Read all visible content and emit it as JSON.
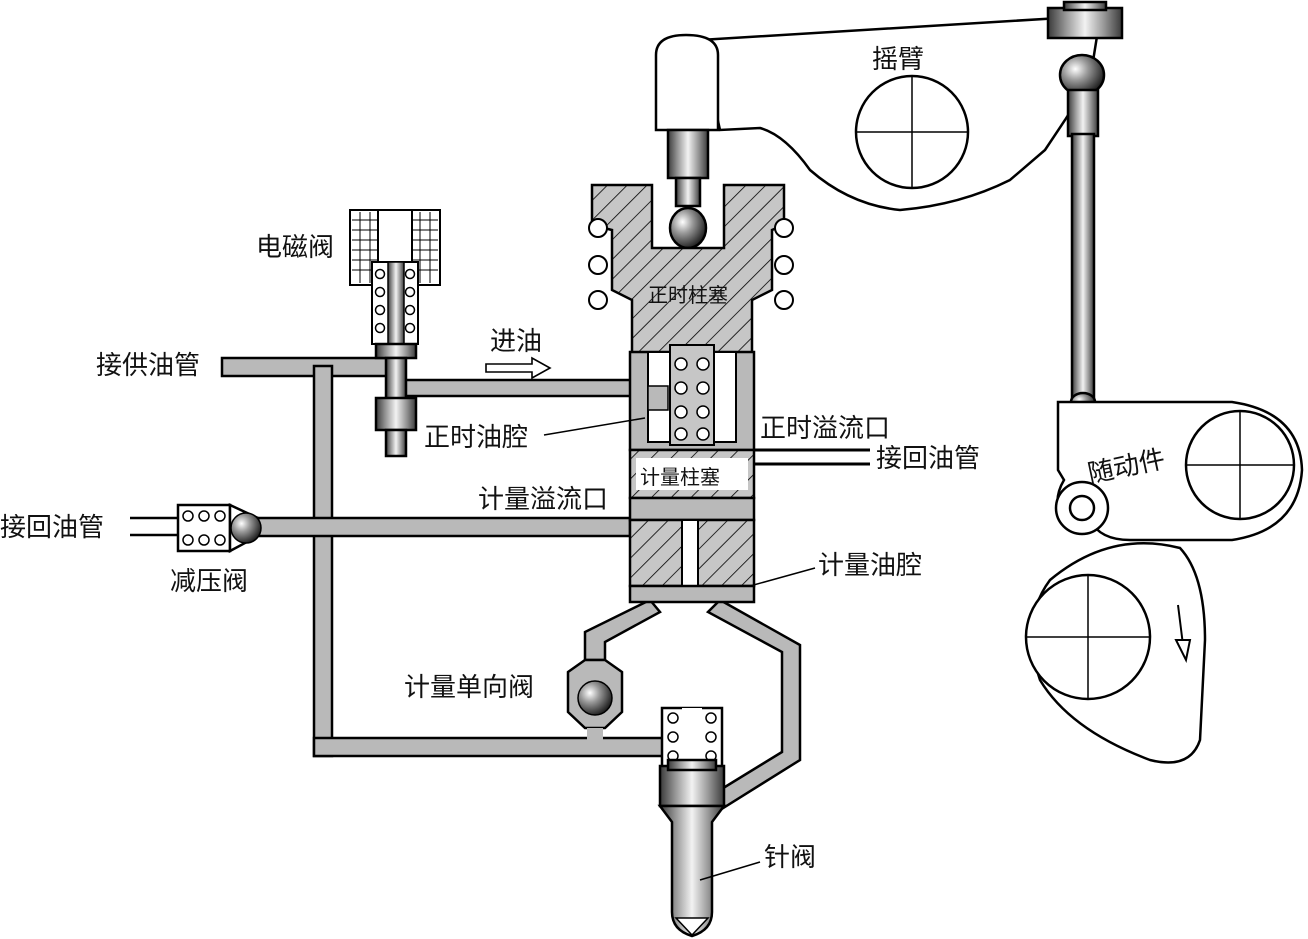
{
  "labels": {
    "rocker_arm": "摇臂",
    "solenoid_valve": "电磁阀",
    "timing_plunger": "正时柱塞",
    "supply_pipe": "接供油管",
    "oil_in": "进油",
    "timing_chamber": "正时油腔",
    "timing_spill_port": "正时溢流口",
    "return_pipe_right": "接回油管",
    "metering_plunger": "计量柱塞",
    "metering_spill_port": "计量溢流口",
    "return_pipe_left": "接回油管",
    "pressure_relief_valve": "减压阀",
    "metering_chamber": "计量油腔",
    "metering_check_valve": "计量单向阀",
    "needle_valve": "针阀",
    "cam_follower": "随动件"
  },
  "colors": {
    "pipe_fill": "#b9b9b9",
    "stroke": "#000000",
    "background": "#ffffff"
  }
}
